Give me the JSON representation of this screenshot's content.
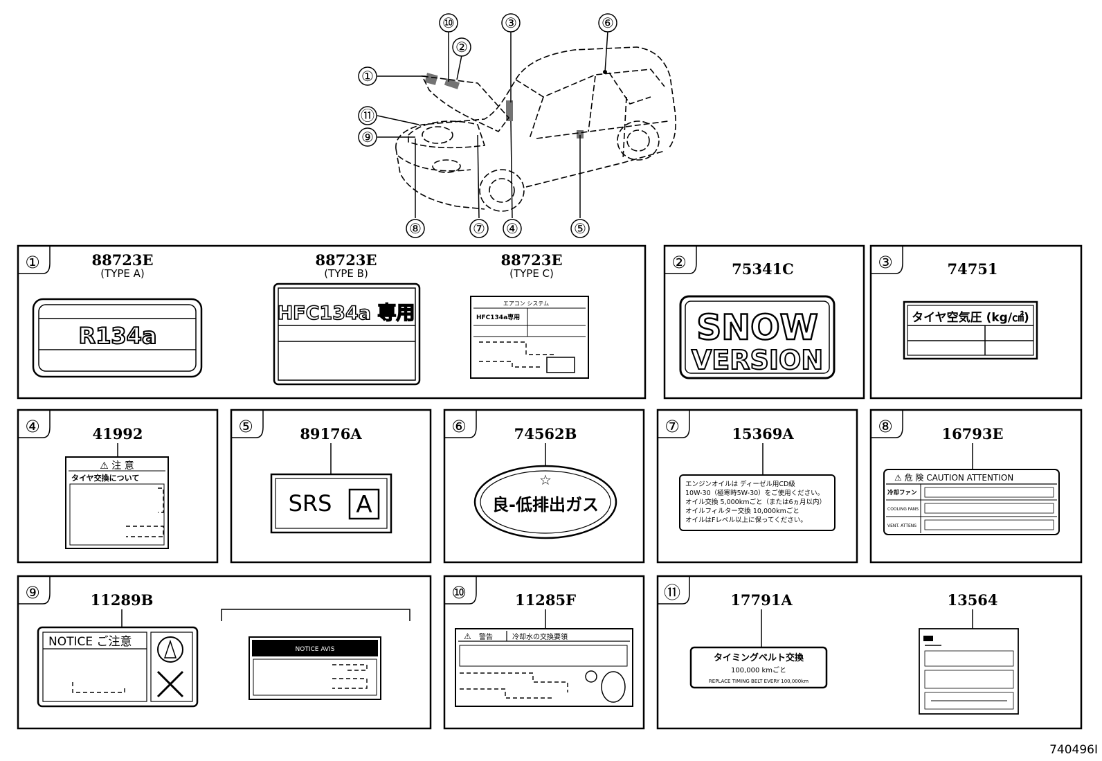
{
  "car_callouts": [
    "①",
    "②",
    "③",
    "④",
    "⑤",
    "⑥",
    "⑦",
    "⑧",
    "⑨",
    "⑩",
    "⑪"
  ],
  "panels": {
    "p1": {
      "index": "①",
      "a": {
        "part": "88723E",
        "type": "(TYPE A)",
        "label_text": "R134a"
      },
      "b": {
        "part": "88723E",
        "type": "(TYPE B)",
        "label_text": "HFC134a 専用"
      },
      "c": {
        "part": "88723E",
        "type": "(TYPE C)",
        "header": "エアコン  システム",
        "cell": "HFC134a専用"
      }
    },
    "p2": {
      "index": "②",
      "part": "75341C",
      "line1": "SNOW",
      "line2": "VERSION"
    },
    "p3": {
      "index": "③",
      "part": "74751",
      "label_text": "タイヤ空気圧 (kg/㎠)"
    },
    "p4": {
      "index": "④",
      "part": "41992",
      "header": "⚠ 注 意",
      "line1": "タイヤ交換について"
    },
    "p5": {
      "index": "⑤",
      "part": "89176A",
      "text": "SRS",
      "boxed": "A"
    },
    "p6": {
      "index": "⑥",
      "part": "74562B",
      "star": "☆",
      "text": "良-低排出ガス"
    },
    "p7": {
      "index": "⑦",
      "part": "15369A",
      "lines": [
        "エンジンオイルは  ディーゼル用CD級",
        "10W-30（極寒時5W-30）をご使用ください。",
        "オイル交換  5,000kmごと（または6ヵ月以内）",
        "オイルフィルター交換  10,000kmごと",
        "オイルはFレベル以上に保ってください。"
      ]
    },
    "p8": {
      "index": "⑧",
      "part": "16793E",
      "header": "⚠ 危  険  CAUTION   ATTENTION",
      "rows": [
        "冷却ファン",
        "COOLING FANS",
        "VENT. ATTENS"
      ]
    },
    "p9": {
      "index": "⑨",
      "part": "11289B",
      "notice": "NOTICE  ご注意",
      "label2_header": "NOTICE      AVIS"
    },
    "p10": {
      "index": "⑩",
      "part": "11285F",
      "warn": "警告",
      "header": "冷却水の交換要領"
    },
    "p11": {
      "index": "⑪",
      "a": {
        "part": "17791A",
        "line1": "タイミングベルト交換",
        "line2": "100,000  kmごと",
        "line3": "REPLACE TIMING BELT EVERY 100,000km"
      },
      "b": {
        "part": "13564"
      }
    }
  },
  "diagram_id": "740496I"
}
